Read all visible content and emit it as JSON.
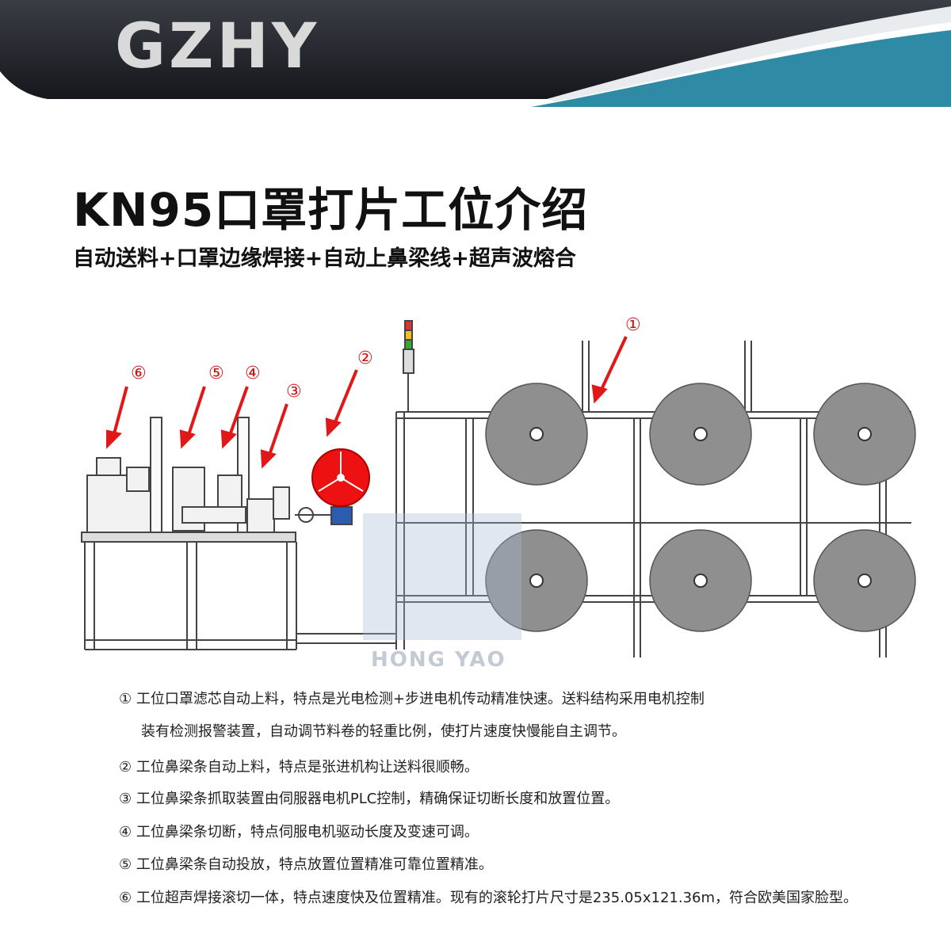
{
  "header": {
    "brand": "GZHY"
  },
  "page": {
    "title": "KN95口罩打片工位介绍",
    "subtitle": "自动送料+口罩边缘焊接+自动上鼻梁线+超声波熔合"
  },
  "diagram": {
    "markers": [
      "⑥",
      "⑤",
      "④",
      "③",
      "②",
      "①"
    ],
    "watermark": "HONG YAO",
    "colors": {
      "reel": "#8f8f8f",
      "feeder": "#ee1111",
      "arrow": "#e01818",
      "frame": "#444444"
    }
  },
  "notes": [
    "① 工位口罩滤芯自动上料，特点是光电检测+步进电机传动精准快速。送料结构采用电机控制",
    "装有检测报警装置，自动调节料卷的轻重比例，使打片速度快慢能自主调节。",
    "② 工位鼻梁条自动上料，特点是张进机构让送料很顺畅。",
    "③ 工位鼻梁条抓取装置由伺服器电机PLC控制，精确保证切断长度和放置位置。",
    "④ 工位鼻梁条切断，特点伺服电机驱动长度及变速可调。",
    "⑤ 工位鼻梁条自动投放，特点放置位置精准可靠位置精准。",
    "⑥ 工位超声焊接滚切一体，特点速度快及位置精准。现有的滚轮打片尺寸是235.05x121.36m，符合欧美国家脸型。"
  ]
}
